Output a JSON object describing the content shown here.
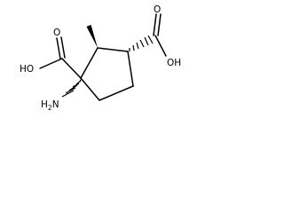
{
  "molecule": {
    "labels": {
      "oh_left": "HO",
      "o_left": "O",
      "nh2_h": "H",
      "nh2_sub": "2",
      "nh2_n": "N",
      "o_right": "O",
      "oh_right": "OH"
    },
    "bond_color": "#000000"
  }
}
